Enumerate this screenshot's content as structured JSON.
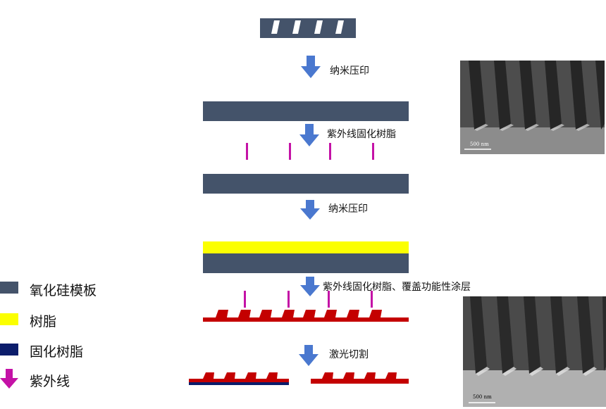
{
  "steps": {
    "step1": "纳米压印",
    "step2": "紫外线固化树脂",
    "step3": "纳米压印",
    "step4": "紫外线固化树脂、覆盖功能性涂层",
    "step5": "激光切割"
  },
  "legend": [
    {
      "label": "氧化硅模板",
      "color": "#44536a",
      "icon": "swatch"
    },
    {
      "label": "树脂",
      "color": "#fbff00",
      "icon": "swatch"
    },
    {
      "label": "固化树脂",
      "color": "#0b1d6b",
      "icon": "swatch"
    },
    {
      "label": "紫外线",
      "color": "#c412a6",
      "icon": "down-arrow-icon"
    }
  ],
  "sem_images": [
    {
      "scale_label": "500 nm"
    },
    {
      "scale_label": "500 nm"
    }
  ],
  "colors": {
    "template": "#44536a",
    "resin": "#fbff00",
    "cured_resin": "#0b1d6b",
    "uv": "#c412a6",
    "structure": "#c40000",
    "flow_arrow": "#4a78cf"
  }
}
